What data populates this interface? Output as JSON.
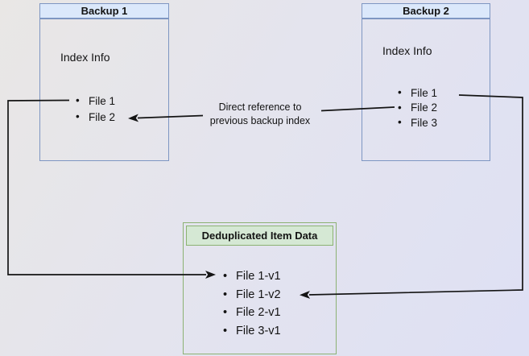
{
  "colors": {
    "bg_start": "#e9e7e5",
    "bg_mid": "#e4e4ee",
    "bg_end": "#dee0f4",
    "blue_fill": "#dbe8fb",
    "blue_border": "#7e96c2",
    "green_fill": "#d5e8d4",
    "green_border": "#8cb273",
    "arrow": "#141414",
    "text": "#131313"
  },
  "backup1": {
    "title": "Backup 1",
    "section_label": "Index Info",
    "files": [
      "File 1",
      "File 2"
    ]
  },
  "backup2": {
    "title": "Backup 2",
    "section_label": "Index Info",
    "files": [
      "File 1",
      "File 2",
      "File 3"
    ]
  },
  "dedup": {
    "title": "Deduplicated Item Data",
    "items": [
      "File 1-v1",
      "File 1-v2",
      "File 2-v1",
      "File 3-v1"
    ]
  },
  "edge_label": {
    "line1": "Direct reference to",
    "line2": "previous backup index"
  },
  "bullet_glyph": "•"
}
